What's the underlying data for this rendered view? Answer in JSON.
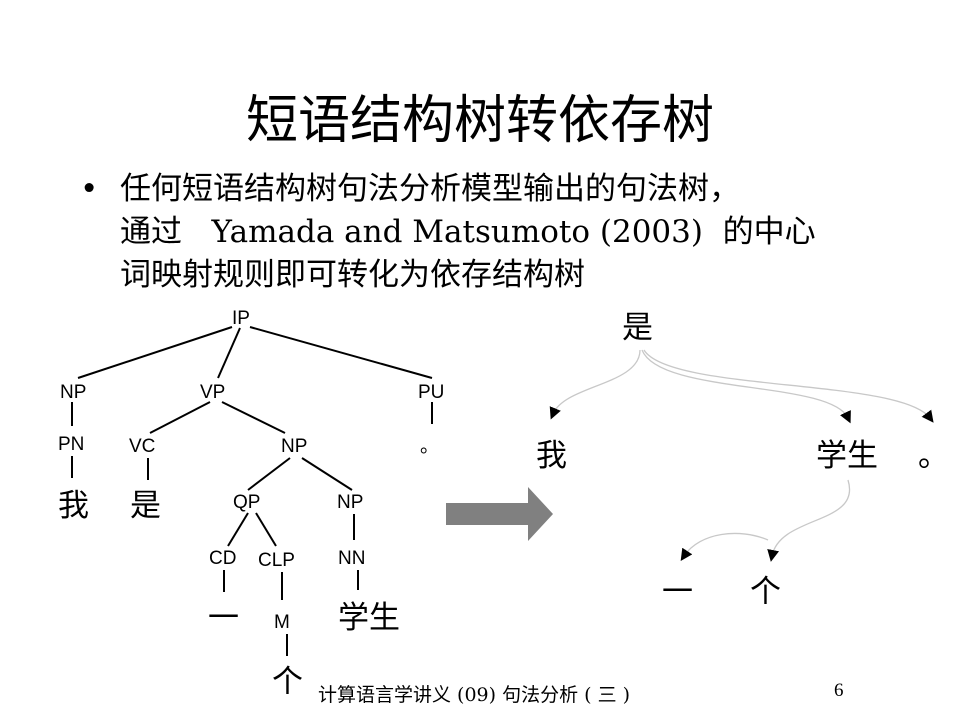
{
  "slide": {
    "title": "短语结构树转依存树",
    "bullet_symbol": "•",
    "bullet_lines": [
      "任何短语结构树句法分析模型输出的句法树，",
      "通过   Yamada and Matsumoto (2003)  的中心",
      "词映射规则即可转化为依存结构树"
    ],
    "phrase_tree": {
      "IP": "IP",
      "NP1": "NP",
      "VP": "VP",
      "PU": "PU",
      "PN": "PN",
      "VC": "VC",
      "NP2": "NP",
      "PUWORD": "。",
      "WO": "我",
      "SHI": "是",
      "QP": "QP",
      "NP3": "NP",
      "CD": "CD",
      "CLP": "CLP",
      "NN": "NN",
      "YI": "一",
      "M": "M",
      "XUESHENG": "学生",
      "GE": "个"
    },
    "dependency_tree": {
      "root": "是",
      "wo": "我",
      "xuesheng": "学生",
      "period": "。",
      "yi": "一",
      "ge": "个"
    },
    "footer": "计算语言学讲义 (09) 句法分析 ( 三 )",
    "page_number": "6"
  }
}
